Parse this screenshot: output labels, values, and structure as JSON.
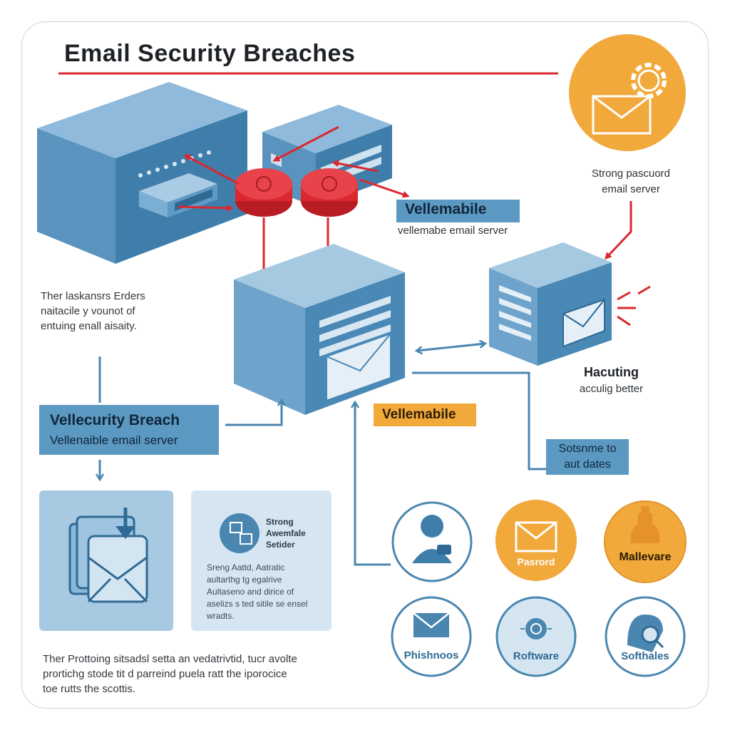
{
  "title": "Email Security Breaches",
  "strong_password": [
    "Strong pascuord",
    "email server"
  ],
  "vulnerable_label": {
    "title": "Vellemabile",
    "subtitle": "vellemabe email server"
  },
  "left_note": [
    "Ther laskansrs Erders",
    "naitacile y vounot of",
    "entuing enall aisaity."
  ],
  "hacking": {
    "title": "Hacuting",
    "subtitle": "acculig better"
  },
  "security_breach_box": {
    "title": "Vellecurity Breach",
    "subtitle": "Vellenaible email server"
  },
  "vulnerable_orange": "Vellemabile",
  "software_updates": [
    "Sotsnme to",
    "aut dates"
  ],
  "info_card": {
    "header": [
      "Strong",
      "Awemfale",
      "Setider"
    ],
    "body": [
      "Sreng Aattd, Aatratic",
      "aultarthg tg egalrive",
      "Aultaseno and dirice of",
      "aselizs s ted sitile se ensel",
      "wradts."
    ]
  },
  "bottom_note": [
    "Ther Prottoing sitsadsl setta an vedatrivtid, tucr avolte",
    "prortichg stode tit d parreind puela ratt the iporocice",
    "toe rutts the scottis."
  ],
  "circles": [
    {
      "label": "",
      "icon": "person-phone-icon",
      "color": "#ffffff"
    },
    {
      "label": "Pasrord",
      "icon": "envelope-icon",
      "color": "#f2a93b"
    },
    {
      "label": "Mallevare",
      "icon": "malware-bottle-icon",
      "color": "#f2a93b"
    },
    {
      "label": "Phishnoos",
      "icon": "envelope-icon",
      "color": "#ffffff"
    },
    {
      "label": "Roftware",
      "icon": "gear-network-icon",
      "color": "#ffffff"
    },
    {
      "label": "Softhales",
      "icon": "search-bug-icon",
      "color": "#ffffff"
    }
  ],
  "colors": {
    "accent_red": "#d9282e",
    "blue": "#5b98c2",
    "orange": "#f2a93b",
    "connector": "#4a86b0"
  }
}
